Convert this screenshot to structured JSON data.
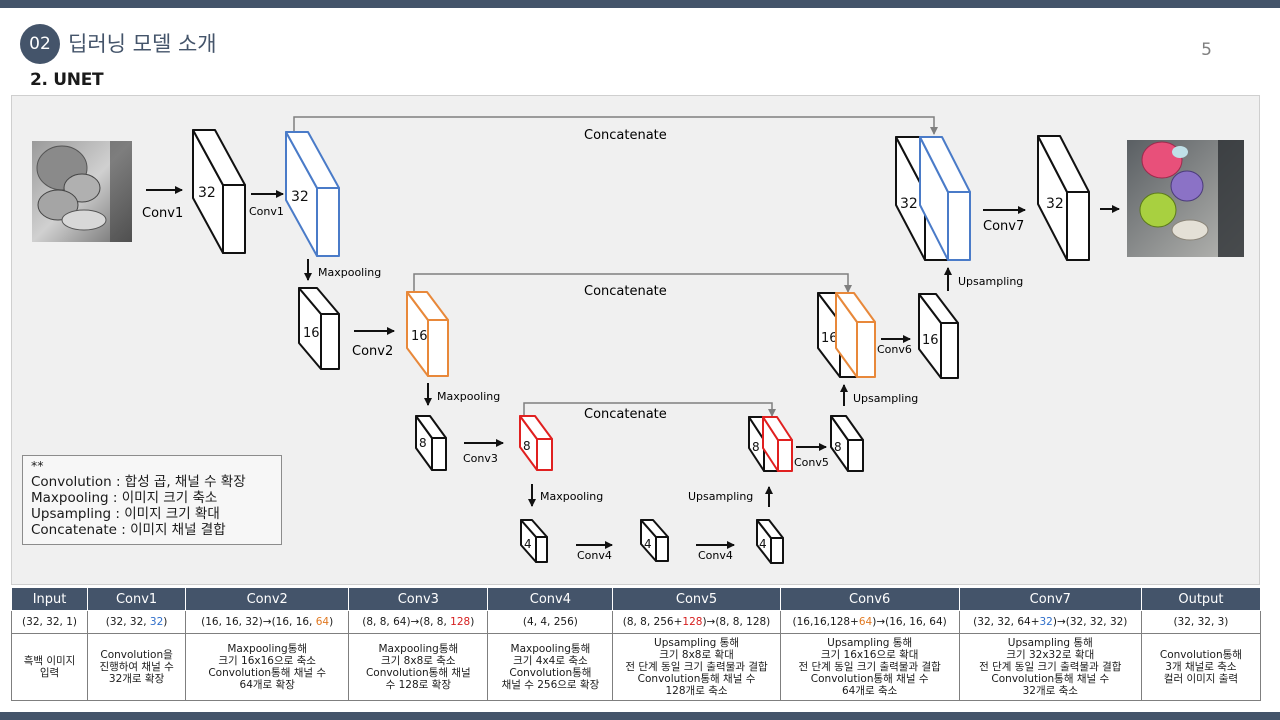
{
  "header": {
    "section_number": "02",
    "section_title": "딥러닝 모델 소개",
    "page_number": "5",
    "subtitle": "2. UNET"
  },
  "diagram": {
    "concat_label": "Concatenate",
    "conv_labels": {
      "conv1_a": "Conv1",
      "conv1_b": "Conv1",
      "conv2": "Conv2",
      "conv3": "Conv3",
      "conv4_a": "Conv4",
      "conv4_b": "Conv4",
      "conv5": "Conv5",
      "conv6": "Conv6",
      "conv7": "Conv7"
    },
    "pool_label": "Maxpooling",
    "up_label": "Upsampling",
    "block_values": {
      "b32": "32",
      "b16": "16",
      "b8": "8",
      "b4": "4"
    },
    "colors": {
      "blue": "#4a7bc8",
      "orange": "#e8883a",
      "red": "#e02020",
      "gray_arrow": "#7f7f7f"
    }
  },
  "legend": {
    "mark": "**",
    "items": [
      {
        "term": "Convolution",
        "desc": " : 합성 곱, 채널 수 확장"
      },
      {
        "term": "Maxpooling",
        "desc": " : 이미지 크기 축소"
      },
      {
        "term": "Upsampling",
        "desc": " : 이미지 크기 확대"
      },
      {
        "term": "Concatenate",
        "desc": " : 이미지 채널 결합"
      }
    ]
  },
  "table": {
    "headers": [
      "Input",
      "Conv1",
      "Conv2",
      "Conv3",
      "Conv4",
      "Conv5",
      "Conv6",
      "Conv7",
      "Output"
    ],
    "shapes": {
      "input": "(32, 32, 1)",
      "conv1_pre": "(32, 32, ",
      "conv1_hl": "32",
      "conv1_post": ")",
      "conv2_pre": "(16, 16, 32)→(16, 16, ",
      "conv2_hl": "64",
      "conv2_post": ")",
      "conv3_pre": "(8, 8, 64)→(8, 8, ",
      "conv3_hl": "128",
      "conv3_post": ")",
      "conv4": "(4, 4, 256)",
      "conv5_pre": "(8, 8, 256+",
      "conv5_hl": "128",
      "conv5_post": ")→(8, 8, 128)",
      "conv6_pre": "(16,16,128+",
      "conv6_hl": "64",
      "conv6_post": ")→(16, 16, 64)",
      "conv7_pre": "(32, 32, 64+",
      "conv7_hl": "32",
      "conv7_post": ")→(32, 32, 32)",
      "output": "(32, 32, 3)"
    },
    "descs": {
      "input": [
        "흑백 이미지",
        "입력"
      ],
      "conv1": [
        "Convolution을",
        "진행하여 채널 수",
        "32개로 확장"
      ],
      "conv2": [
        "Maxpooling통해",
        "크기 16x16으로 축소",
        "Convolution통해 채널 수",
        "64개로 확장"
      ],
      "conv3": [
        "Maxpooling통해",
        "크기 8x8로 축소",
        "Convolution통해 채널",
        "수 128로 확장"
      ],
      "conv4": [
        "Maxpooling통해",
        "크기 4x4로 축소",
        "Convolution통해",
        "채널 수 256으로 확장"
      ],
      "conv5": [
        "Upsampling 통해",
        "크기 8x8로 확대",
        "전 단계 동일 크기 출력물과 결합",
        "Convolution통해 채널 수",
        "128개로 축소"
      ],
      "conv6": [
        "Upsampling 통해",
        "크기 16x16으로 확대",
        "전 단계 동일 크기 출력물과 결합",
        "Convolution통해 채널 수",
        "64개로 축소"
      ],
      "conv7": [
        "Upsampling 통해",
        "크기 32x32로 확대",
        "전 단계 동일 크기 출력물과 결합",
        "Convolution통해 채널 수",
        "32개로 축소"
      ],
      "output": [
        "Convolution통해",
        "3개 채널로 축소",
        "컬러 이미지 출력"
      ]
    }
  }
}
